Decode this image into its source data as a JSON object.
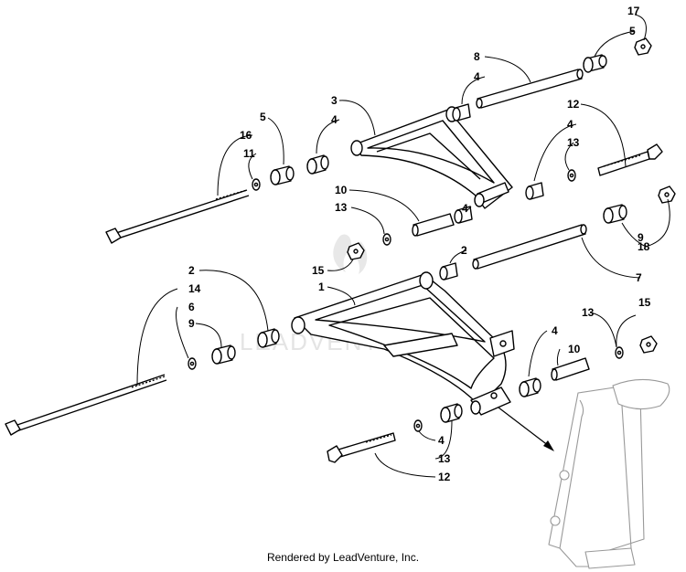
{
  "diagram": {
    "callouts": {
      "c17": "17",
      "c5a": "5",
      "c8": "8",
      "c4a": "4",
      "c3": "3",
      "c4b": "4",
      "c5b": "5",
      "c16": "16",
      "c11": "11",
      "c12a": "12",
      "c4c": "4",
      "c13a": "13",
      "c10a": "10",
      "c13b": "13",
      "c4d": "4",
      "c15a": "15",
      "c2a": "2",
      "c18": "18",
      "c9a": "9",
      "c7": "7",
      "c2b": "2",
      "c14": "14",
      "c6": "6",
      "c9b": "9",
      "c1": "1",
      "c13c": "13",
      "c15b": "15",
      "c4e": "4",
      "c10b": "10",
      "c4f": "4",
      "c13d": "13",
      "c12b": "12"
    },
    "watermark": "LEADVENTURE"
  },
  "footer": {
    "text": "Rendered by LeadVenture, Inc."
  }
}
